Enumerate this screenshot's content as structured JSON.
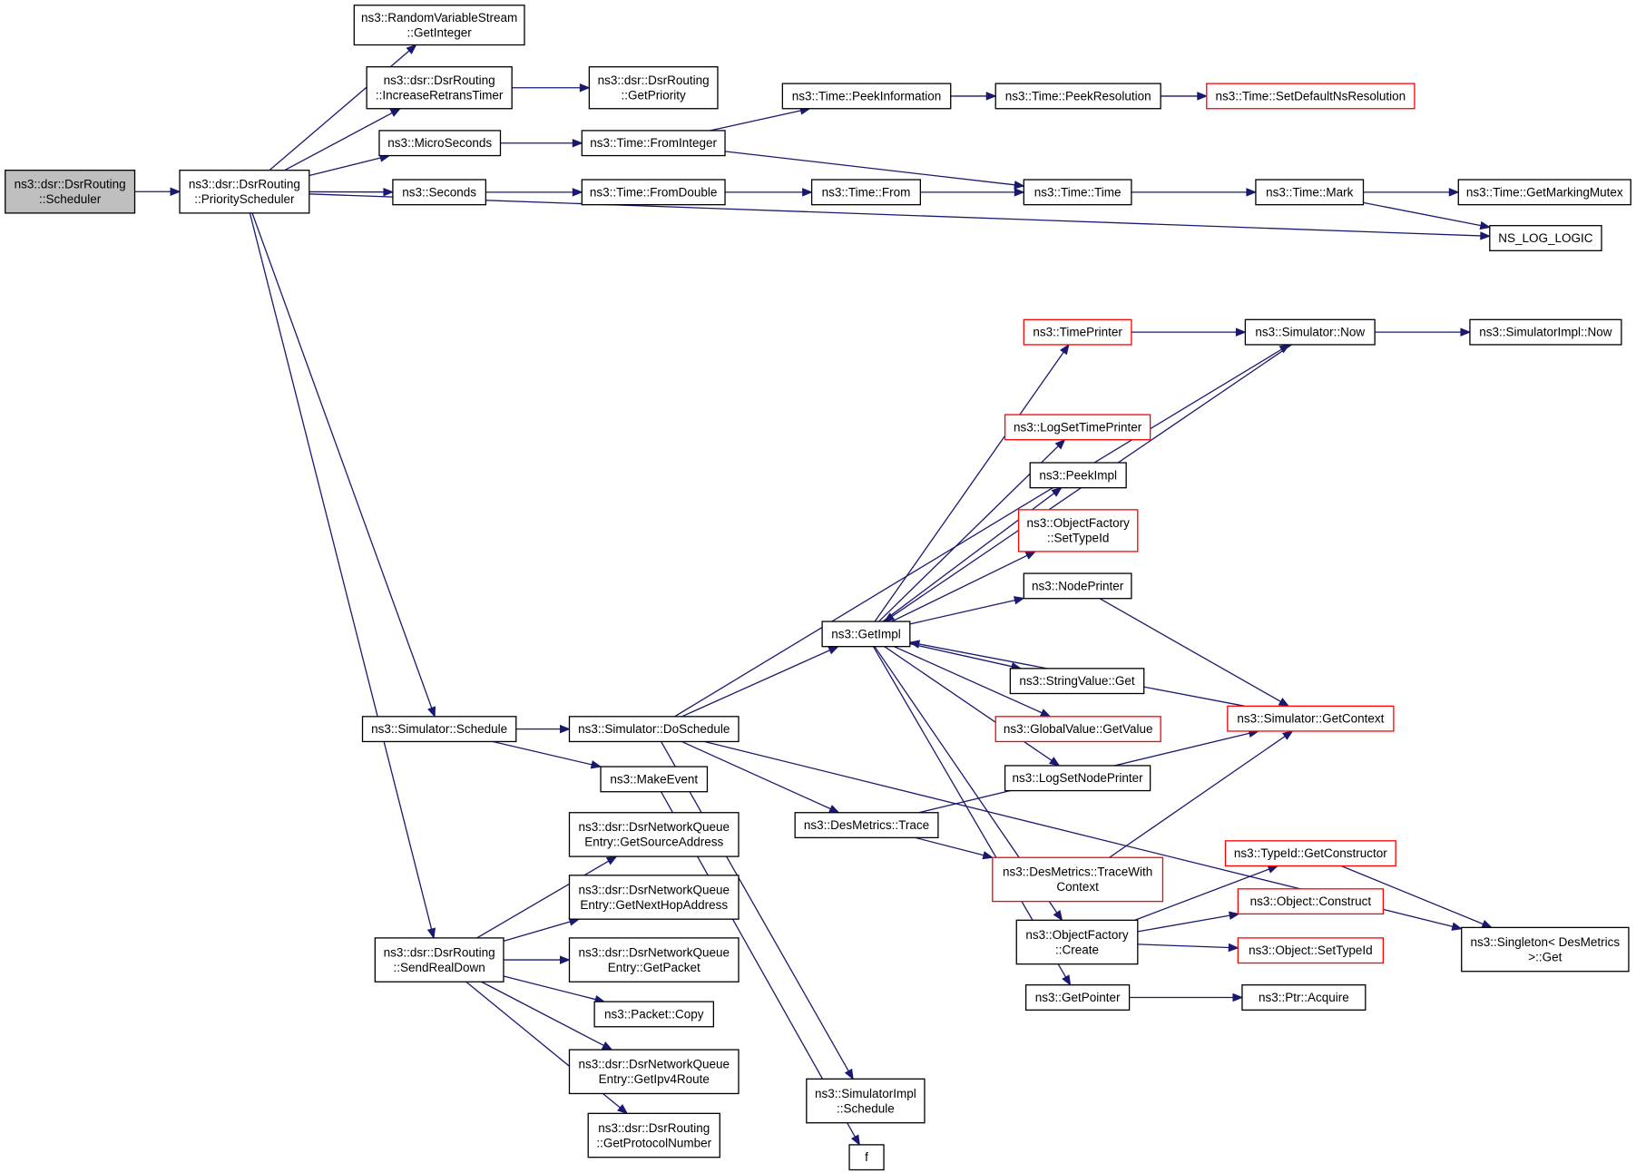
{
  "colors": {
    "edge": "#191970",
    "border_normal": "#000000",
    "border_truncated": "#ff0000",
    "fill_root": "#bfbfbf",
    "fill_normal": "#ffffff"
  },
  "nodes": {
    "scheduler": {
      "lines": [
        "ns3::dsr::DsrRouting",
        "::Scheduler"
      ],
      "kind": "root"
    },
    "priority_scheduler": {
      "lines": [
        "ns3::dsr::DsrRouting",
        "::PriorityScheduler"
      ],
      "kind": "normal"
    },
    "rvs_getinteger": {
      "lines": [
        "ns3::RandomVariableStream",
        "::GetInteger"
      ],
      "kind": "normal"
    },
    "increase_retrans": {
      "lines": [
        "ns3::dsr::DsrRouting",
        "::IncreaseRetransTimer"
      ],
      "kind": "normal"
    },
    "get_priority": {
      "lines": [
        "ns3::dsr::DsrRouting",
        "::GetPriority"
      ],
      "kind": "normal"
    },
    "microseconds": {
      "lines": [
        "ns3::MicroSeconds"
      ],
      "kind": "normal"
    },
    "seconds": {
      "lines": [
        "ns3::Seconds"
      ],
      "kind": "normal"
    },
    "from_integer": {
      "lines": [
        "ns3::Time::FromInteger"
      ],
      "kind": "normal"
    },
    "from_double": {
      "lines": [
        "ns3::Time::FromDouble"
      ],
      "kind": "normal"
    },
    "peek_information": {
      "lines": [
        "ns3::Time::PeekInformation"
      ],
      "kind": "normal"
    },
    "peek_resolution": {
      "lines": [
        "ns3::Time::PeekResolution"
      ],
      "kind": "normal"
    },
    "set_default_ns_resolution": {
      "lines": [
        "ns3::Time::SetDefaultNsResolution"
      ],
      "kind": "truncated"
    },
    "time_from": {
      "lines": [
        "ns3::Time::From"
      ],
      "kind": "normal"
    },
    "time_time": {
      "lines": [
        "ns3::Time::Time"
      ],
      "kind": "normal"
    },
    "time_mark": {
      "lines": [
        "ns3::Time::Mark"
      ],
      "kind": "normal"
    },
    "get_marking_mutex": {
      "lines": [
        "ns3::Time::GetMarkingMutex"
      ],
      "kind": "normal"
    },
    "ns_log_logic": {
      "lines": [
        "NS_LOG_LOGIC"
      ],
      "kind": "normal"
    },
    "simulator_schedule": {
      "lines": [
        "ns3::Simulator::Schedule"
      ],
      "kind": "normal"
    },
    "simulator_doschedule": {
      "lines": [
        "ns3::Simulator::DoSchedule"
      ],
      "kind": "normal"
    },
    "make_event": {
      "lines": [
        "ns3::MakeEvent"
      ],
      "kind": "normal"
    },
    "get_impl": {
      "lines": [
        "ns3::GetImpl"
      ],
      "kind": "normal"
    },
    "time_printer": {
      "lines": [
        "ns3::TimePrinter"
      ],
      "kind": "truncated"
    },
    "simulator_now": {
      "lines": [
        "ns3::Simulator::Now"
      ],
      "kind": "normal"
    },
    "simulatorimpl_now": {
      "lines": [
        "ns3::SimulatorImpl::Now"
      ],
      "kind": "normal"
    },
    "log_set_time_printer": {
      "lines": [
        "ns3::LogSetTimePrinter"
      ],
      "kind": "truncated"
    },
    "peek_impl": {
      "lines": [
        "ns3::PeekImpl"
      ],
      "kind": "normal"
    },
    "object_factory_settypeid": {
      "lines": [
        "ns3::ObjectFactory",
        "::SetTypeId"
      ],
      "kind": "truncated"
    },
    "node_printer": {
      "lines": [
        "ns3::NodePrinter"
      ],
      "kind": "normal"
    },
    "string_value_get": {
      "lines": [
        "ns3::StringValue::Get"
      ],
      "kind": "normal"
    },
    "global_value_getvalue": {
      "lines": [
        "ns3::GlobalValue::GetValue"
      ],
      "kind": "truncated"
    },
    "log_set_node_printer": {
      "lines": [
        "ns3::LogSetNodePrinter"
      ],
      "kind": "normal"
    },
    "simulator_getcontext": {
      "lines": [
        "ns3::Simulator::GetContext"
      ],
      "kind": "truncated"
    },
    "desmetrics_trace": {
      "lines": [
        "ns3::DesMetrics::Trace"
      ],
      "kind": "normal"
    },
    "desmetrics_tracewithcontext": {
      "lines": [
        "ns3::DesMetrics::TraceWith",
        "Context"
      ],
      "kind": "truncated"
    },
    "typeid_getconstructor": {
      "lines": [
        "ns3::TypeId::GetConstructor"
      ],
      "kind": "truncated"
    },
    "object_construct": {
      "lines": [
        "ns3::Object::Construct"
      ],
      "kind": "truncated"
    },
    "object_settypeid": {
      "lines": [
        "ns3::Object::SetTypeId"
      ],
      "kind": "truncated"
    },
    "object_factory_create": {
      "lines": [
        "ns3::ObjectFactory",
        "::Create"
      ],
      "kind": "normal"
    },
    "singleton_get": {
      "lines": [
        "ns3::Singleton< DesMetrics",
        ">::Get"
      ],
      "kind": "normal"
    },
    "get_pointer": {
      "lines": [
        "ns3::GetPointer"
      ],
      "kind": "normal"
    },
    "ptr_acquire": {
      "lines": [
        "ns3::Ptr::Acquire"
      ],
      "kind": "normal"
    },
    "send_real_down": {
      "lines": [
        "ns3::dsr::DsrRouting",
        "::SendRealDown"
      ],
      "kind": "normal"
    },
    "get_source_address": {
      "lines": [
        "ns3::dsr::DsrNetworkQueue",
        "Entry::GetSourceAddress"
      ],
      "kind": "normal"
    },
    "get_next_hop_address": {
      "lines": [
        "ns3::dsr::DsrNetworkQueue",
        "Entry::GetNextHopAddress"
      ],
      "kind": "normal"
    },
    "get_packet": {
      "lines": [
        "ns3::dsr::DsrNetworkQueue",
        "Entry::GetPacket"
      ],
      "kind": "normal"
    },
    "packet_copy": {
      "lines": [
        "ns3::Packet::Copy"
      ],
      "kind": "normal"
    },
    "get_ipv4_route": {
      "lines": [
        "ns3::dsr::DsrNetworkQueue",
        "Entry::GetIpv4Route"
      ],
      "kind": "normal"
    },
    "get_protocol_number": {
      "lines": [
        "ns3::dsr::DsrRouting",
        "::GetProtocolNumber"
      ],
      "kind": "normal"
    },
    "simulatorimpl_schedule": {
      "lines": [
        "ns3::SimulatorImpl",
        "::Schedule"
      ],
      "kind": "normal"
    },
    "f": {
      "lines": [
        "f"
      ],
      "kind": "normal"
    }
  },
  "edges": [
    [
      "scheduler",
      "priority_scheduler"
    ],
    [
      "priority_scheduler",
      "rvs_getinteger"
    ],
    [
      "priority_scheduler",
      "increase_retrans"
    ],
    [
      "priority_scheduler",
      "microseconds"
    ],
    [
      "priority_scheduler",
      "seconds"
    ],
    [
      "priority_scheduler",
      "ns_log_logic"
    ],
    [
      "priority_scheduler",
      "simulator_schedule"
    ],
    [
      "priority_scheduler",
      "send_real_down"
    ],
    [
      "increase_retrans",
      "get_priority"
    ],
    [
      "microseconds",
      "from_integer"
    ],
    [
      "seconds",
      "from_double"
    ],
    [
      "from_integer",
      "peek_information"
    ],
    [
      "from_integer",
      "time_time"
    ],
    [
      "from_double",
      "time_from"
    ],
    [
      "time_from",
      "time_time"
    ],
    [
      "peek_information",
      "peek_resolution"
    ],
    [
      "peek_resolution",
      "set_default_ns_resolution"
    ],
    [
      "time_time",
      "time_mark"
    ],
    [
      "time_mark",
      "get_marking_mutex"
    ],
    [
      "time_mark",
      "ns_log_logic"
    ],
    [
      "simulator_schedule",
      "simulator_doschedule"
    ],
    [
      "simulator_schedule",
      "make_event"
    ],
    [
      "simulator_doschedule",
      "simulator_now"
    ],
    [
      "simulator_doschedule",
      "get_impl"
    ],
    [
      "simulator_doschedule",
      "desmetrics_trace"
    ],
    [
      "simulator_doschedule",
      "singleton_get"
    ],
    [
      "simulator_doschedule",
      "simulatorimpl_schedule"
    ],
    [
      "make_event",
      "f"
    ],
    [
      "get_impl",
      "time_printer"
    ],
    [
      "get_impl",
      "log_set_time_printer"
    ],
    [
      "get_impl",
      "peek_impl"
    ],
    [
      "get_impl",
      "object_factory_settypeid"
    ],
    [
      "get_impl",
      "node_printer"
    ],
    [
      "get_impl",
      "string_value_get"
    ],
    [
      "get_impl",
      "global_value_getvalue"
    ],
    [
      "get_impl",
      "log_set_node_printer"
    ],
    [
      "get_impl",
      "object_factory_create"
    ],
    [
      "get_impl",
      "get_pointer"
    ],
    [
      "time_printer",
      "simulator_now"
    ],
    [
      "simulator_now",
      "get_impl"
    ],
    [
      "simulator_now",
      "simulatorimpl_now"
    ],
    [
      "node_printer",
      "simulator_getcontext"
    ],
    [
      "simulator_getcontext",
      "get_impl"
    ],
    [
      "desmetrics_trace",
      "simulator_getcontext"
    ],
    [
      "desmetrics_trace",
      "desmetrics_tracewithcontext"
    ],
    [
      "desmetrics_tracewithcontext",
      "simulator_getcontext"
    ],
    [
      "object_factory_create",
      "typeid_getconstructor"
    ],
    [
      "object_factory_create",
      "object_construct"
    ],
    [
      "object_factory_create",
      "object_settypeid"
    ],
    [
      "typeid_getconstructor",
      "singleton_get"
    ],
    [
      "get_pointer",
      "ptr_acquire"
    ],
    [
      "send_real_down",
      "get_source_address"
    ],
    [
      "send_real_down",
      "get_next_hop_address"
    ],
    [
      "send_real_down",
      "get_packet"
    ],
    [
      "send_real_down",
      "packet_copy"
    ],
    [
      "send_real_down",
      "get_ipv4_route"
    ],
    [
      "send_real_down",
      "get_protocol_number"
    ]
  ]
}
